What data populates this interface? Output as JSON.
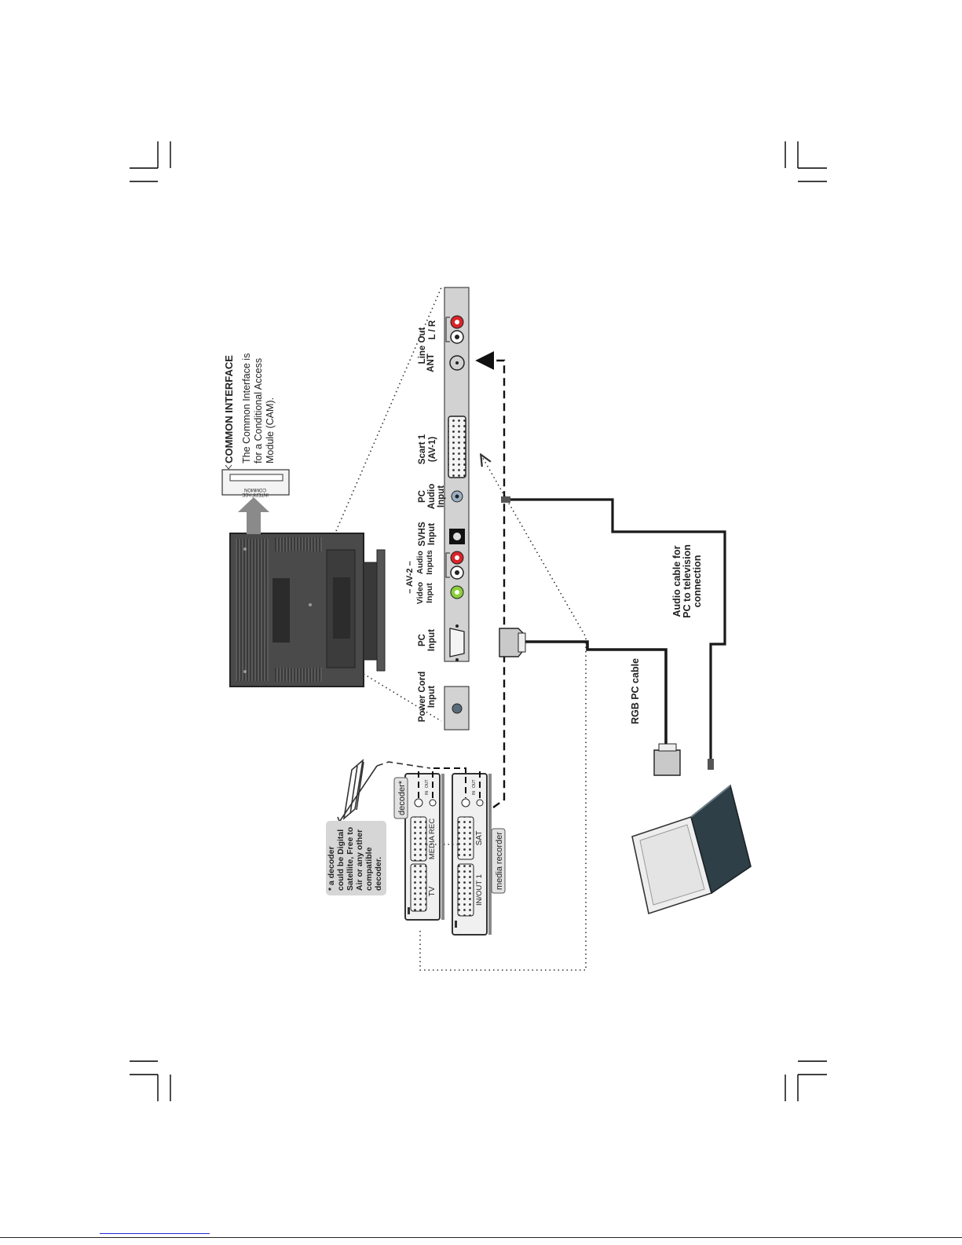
{
  "common_interface": {
    "title": "COMMON INTERFACE",
    "line1": "The Common Interface is",
    "line2": "for a Conditional Access",
    "line3": "Module (CAM).",
    "slot_label_line1": "COMMON",
    "slot_label_line2": "INTERFACE"
  },
  "connectors": {
    "line_out": "Line Out",
    "line_out_lr": "L / R",
    "ant": "ANT",
    "scart1": "Scart 1",
    "scart1_sub": "(AV-1)",
    "pc_audio_1": "PC",
    "pc_audio_2": "Audio",
    "pc_audio_3": "Input",
    "svhs_1": "SVHS",
    "svhs_2": "Input",
    "av2": "– AV-2 –",
    "video_1": "Video",
    "video_2": "Input",
    "audio_1": "Audio",
    "audio_2": "Inputs",
    "pc_1": "PC",
    "pc_2": "Input",
    "power_1": "Power Cord",
    "power_2": "Input"
  },
  "cables": {
    "audio_cable_1": "Audio cable for",
    "audio_cable_2": "PC to television",
    "audio_cable_3": "connection",
    "rgb_cable": "RGB PC cable"
  },
  "decoder_note": {
    "line1": "* a decoder",
    "line2": "could be Digital",
    "line3": "Satellite, Free to",
    "line4": "Air or any other",
    "line5": "compatible",
    "line6": "decoder."
  },
  "devices": {
    "decoder_tag": "decoder*",
    "media_recorder_tag": "media recorder",
    "decoder_tv": "TV",
    "decoder_media_rec": "MEDIA REC",
    "recorder_inout": "IN/OUT 1",
    "recorder_sat": "SAT",
    "rf_in": "IN",
    "rf_out": "OUT"
  },
  "colors": {
    "panel_fill": "#d2d2d2",
    "tv_body": "#4a4a4a",
    "laptop_lid": "#2e3f48",
    "rca_red": "#d8242a",
    "rca_green": "#8ccf3a",
    "link_blue": "#1e2bd8"
  }
}
